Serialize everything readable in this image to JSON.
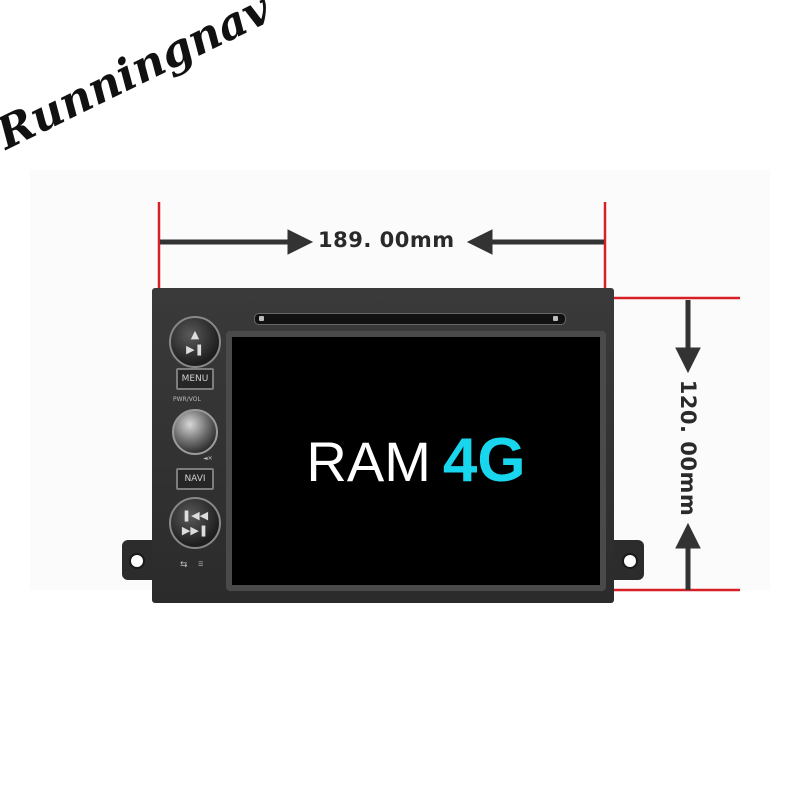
{
  "logo": {
    "text": "Runningnav"
  },
  "dimensions": {
    "width_label": "189. 00mm",
    "height_label": "120. 00mm"
  },
  "screen": {
    "ram_label": "RAM",
    "capacity_label": "4G"
  },
  "unit": {
    "buttons": {
      "menu_label": "MENU",
      "navi_label": "NAVI",
      "knob_caption": "PWR/VOL"
    }
  },
  "colors": {
    "guide_line": "#d71f26",
    "arrow": "#333333",
    "capacity_text": "#19d6ef",
    "screen": "#000000"
  }
}
